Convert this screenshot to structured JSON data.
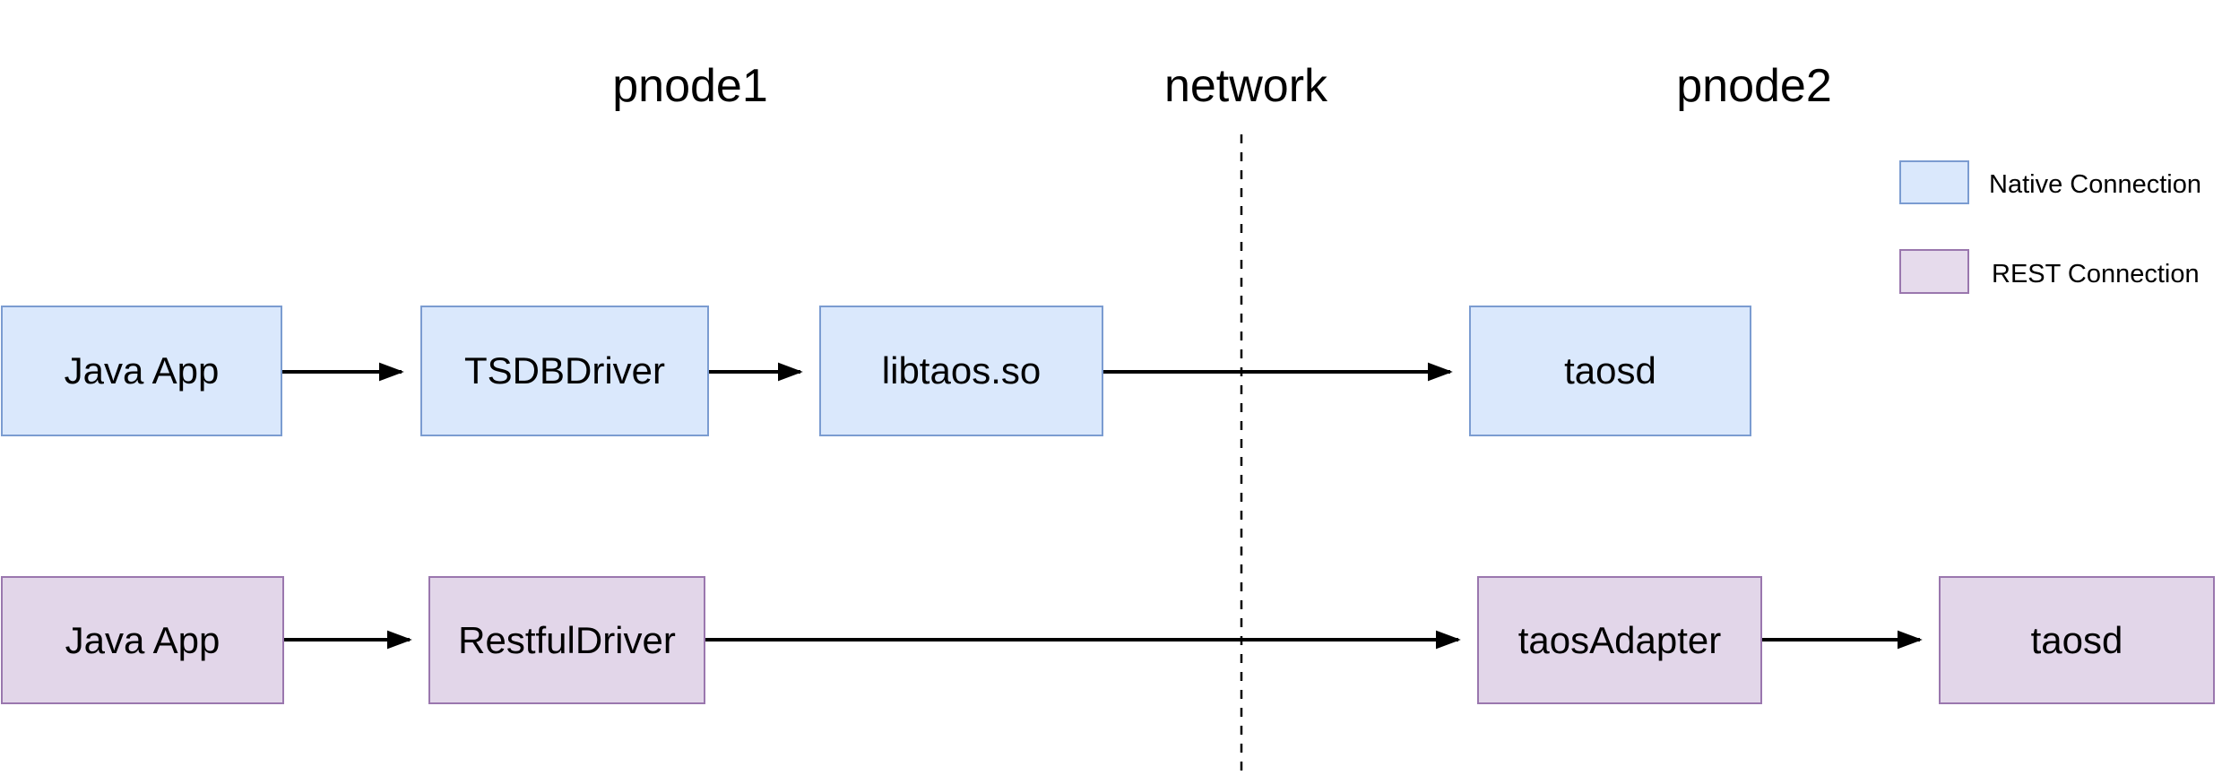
{
  "diagram": {
    "type": "architecture-flow-diagram",
    "zones": {
      "pnode1": "pnode1",
      "network": "network",
      "pnode2": "pnode2"
    },
    "separator": {
      "label": "network",
      "style": "vertical-dashed-line"
    },
    "legend": {
      "native": {
        "label": "Native Connection",
        "fill": "#dae8fc",
        "stroke": "#7b9cd1"
      },
      "rest": {
        "label": "REST Connection",
        "fill": "#e6dbec",
        "stroke": "#9a77ae"
      }
    },
    "nodes": {
      "native_java_app": {
        "label": "Java App",
        "zone": "pnode1",
        "connection": "native"
      },
      "tsdb_driver": {
        "label": "TSDBDriver",
        "zone": "pnode1",
        "connection": "native"
      },
      "libtaos": {
        "label": "libtaos.so",
        "zone": "pnode1",
        "connection": "native"
      },
      "native_taosd": {
        "label": "taosd",
        "zone": "pnode2",
        "connection": "native"
      },
      "rest_java_app": {
        "label": "Java App",
        "zone": "pnode1",
        "connection": "rest"
      },
      "restful_driver": {
        "label": "RestfulDriver",
        "zone": "pnode1",
        "connection": "rest"
      },
      "taos_adapter": {
        "label": "taosAdapter",
        "zone": "pnode2",
        "connection": "rest"
      },
      "rest_taosd": {
        "label": "taosd",
        "zone": "pnode2",
        "connection": "rest"
      }
    },
    "edges": [
      {
        "from": "Java App",
        "to": "TSDBDriver",
        "row": "native"
      },
      {
        "from": "TSDBDriver",
        "to": "libtaos.so",
        "row": "native"
      },
      {
        "from": "libtaos.so",
        "to": "taosd",
        "row": "native",
        "crosses": "network"
      },
      {
        "from": "Java App",
        "to": "RestfulDriver",
        "row": "rest"
      },
      {
        "from": "RestfulDriver",
        "to": "taosAdapter",
        "row": "rest",
        "crosses": "network"
      },
      {
        "from": "taosAdapter",
        "to": "taosd",
        "row": "rest"
      }
    ],
    "colors": {
      "background": "#ffffff",
      "text": "#000000",
      "arrow": "#000000",
      "native_fill": "#dae8fc",
      "native_stroke": "#7b9cd1",
      "rest_fill": "#e2d6e9",
      "rest_stroke": "#9a77ae"
    }
  }
}
